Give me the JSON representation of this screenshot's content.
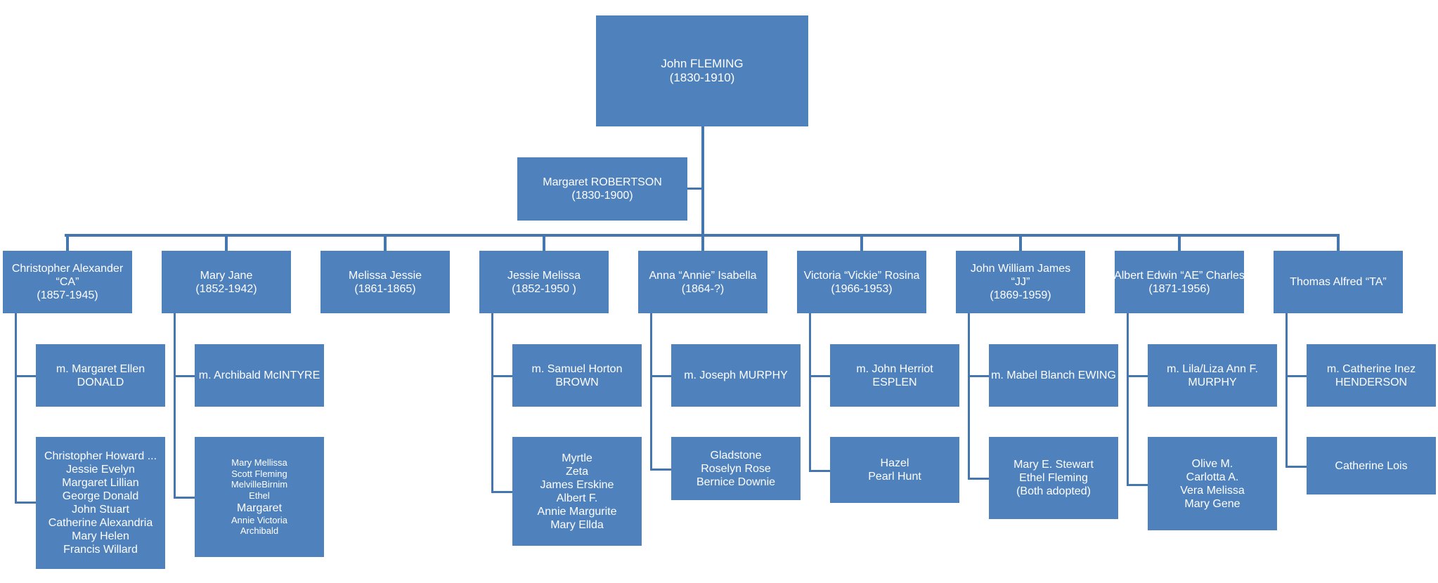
{
  "colors": {
    "box": "#4f81bd",
    "box_text": "#ffffff",
    "connector": "#4676b0",
    "background": "#ffffff"
  },
  "root": {
    "lines": [
      "John FLEMING",
      "(1830-1910)"
    ]
  },
  "spouse": {
    "lines": [
      "Margaret  ROBERTSON",
      "(1830-1900)"
    ]
  },
  "children": [
    {
      "name": [
        "Christopher Alexander",
        "“CA”",
        "(1857-1945)"
      ],
      "marriage": [
        "m. Margaret Ellen",
        "DONALD"
      ],
      "kids": [
        "Christopher Howard ...",
        "Jessie Evelyn",
        "Margaret Lillian",
        "George Donald",
        "John Stuart",
        "Catherine Alexandria",
        "Mary Helen",
        "Francis Willard"
      ]
    },
    {
      "name": [
        "Mary Jane",
        "(1852-1942)"
      ],
      "marriage": [
        "m. Archibald McINTYRE"
      ],
      "kids": [
        "Mary Mellissa",
        "Scott Fleming",
        "MelvilleBirnim",
        "Ethel",
        "Margaret",
        "Annie Victoria",
        "Archibald"
      ]
    },
    {
      "name": [
        "Melissa  Jessie",
        "(1861-1865)"
      ]
    },
    {
      "name": [
        "Jessie Melissa",
        "(1852-1950 )"
      ],
      "marriage": [
        "m. Samuel Horton",
        "BROWN"
      ],
      "kids": [
        "Myrtle",
        "Zeta",
        "James Erskine",
        "Albert F.",
        "Annie Margurite",
        "Mary Ellda"
      ]
    },
    {
      "name": [
        "Anna “Annie” Isabella",
        "(1864-?)"
      ],
      "marriage": [
        "m. Joseph MURPHY"
      ],
      "kids": [
        "Gladstone",
        "Roselyn Rose",
        "Bernice Downie"
      ]
    },
    {
      "name": [
        "Victoria “Vickie” Rosina",
        "(1966-1953)"
      ],
      "marriage": [
        "m. John Herriot",
        "ESPLEN"
      ],
      "kids": [
        "Hazel",
        "Pearl Hunt"
      ]
    },
    {
      "name": [
        "John William James",
        "“JJ”",
        "(1869-1959)"
      ],
      "marriage": [
        "m.  Mabel Blanch EWING"
      ],
      "kids": [
        "Mary E. Stewart",
        "Ethel Fleming",
        "(Both adopted)"
      ]
    },
    {
      "name": [
        "Albert Edwin “AE” Charles",
        "(1871-1956)"
      ],
      "marriage": [
        "m. Lila/Liza Ann F.",
        "MURPHY"
      ],
      "kids": [
        "Olive M.",
        "Carlotta A.",
        "Vera Melissa",
        "Mary Gene"
      ]
    },
    {
      "name": [
        "Thomas Alfred “TA”"
      ],
      "marriage": [
        "m.  Catherine Inez",
        "HENDERSON"
      ],
      "kids": [
        "Catherine Lois"
      ]
    }
  ]
}
